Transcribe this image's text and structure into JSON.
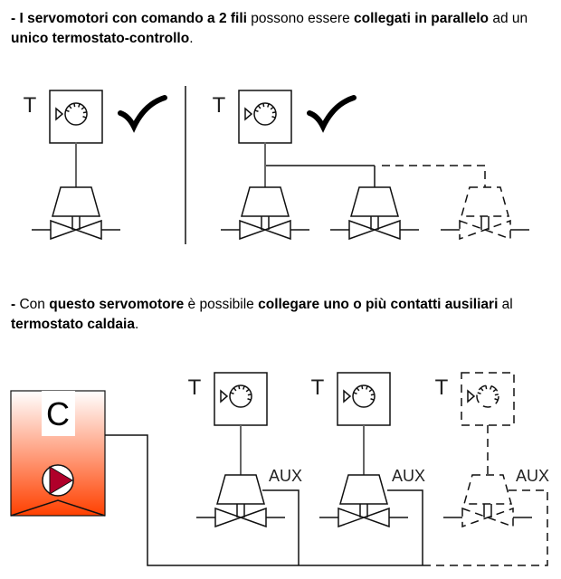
{
  "section1": {
    "segments": [
      {
        "text": "-  I servomotori con comando a 2 fili",
        "bold": true
      },
      {
        "text": " possono essere ",
        "bold": false
      },
      {
        "text": "collegati in parallelo",
        "bold": true
      },
      {
        "text": " ad un ",
        "bold": false
      },
      {
        "text": "unico termostato-controllo",
        "bold": true
      },
      {
        "text": ".",
        "bold": false
      }
    ]
  },
  "section2": {
    "segments": [
      {
        "text": "-",
        "bold": true
      },
      {
        "text": "  Con ",
        "bold": false
      },
      {
        "text": "questo servomotore",
        "bold": true
      },
      {
        "text": " è possibile ",
        "bold": false
      },
      {
        "text": "collegare uno o più contatti ausiliari",
        "bold": true
      },
      {
        "text": " al ",
        "bold": false
      },
      {
        "text": "termostato caldaia",
        "bold": true
      },
      {
        "text": ".",
        "bold": false
      }
    ]
  },
  "labels": {
    "thermostat": "T",
    "aux": "AUX",
    "boiler": "C"
  },
  "colors": {
    "boiler_top": "#ffffff",
    "boiler_bottom": "#ff4000",
    "pump": "#b0002a"
  }
}
